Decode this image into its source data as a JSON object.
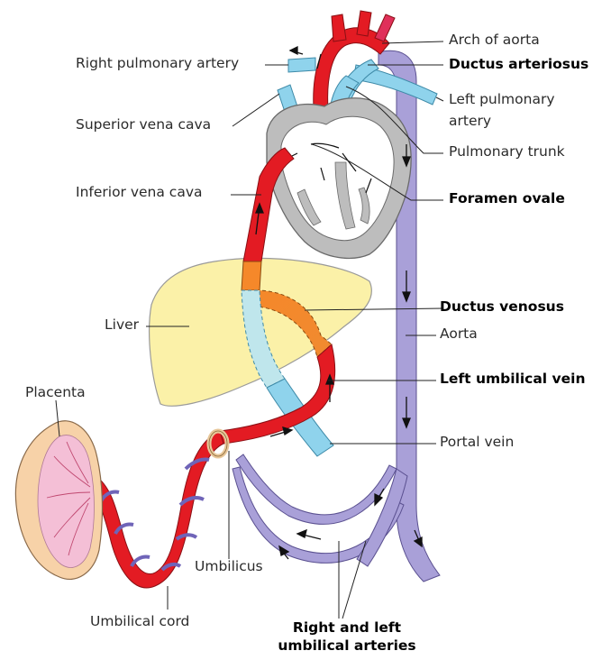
{
  "labels": {
    "arch_of_aorta": "Arch of aorta",
    "ductus_arteriosus": "Ductus arteriosus",
    "right_pulmonary_artery": "Right pulmonary artery",
    "left_pulmonary_artery_line1": "Left pulmonary",
    "left_pulmonary_artery_line2": "artery",
    "superior_vena_cava": "Superior vena cava",
    "pulmonary_trunk": "Pulmonary trunk",
    "inferior_vena_cava": "Inferior vena cava",
    "foramen_ovale": "Foramen ovale",
    "ductus_venosus": "Ductus venosus",
    "liver": "Liver",
    "aorta": "Aorta",
    "placenta": "Placenta",
    "left_umbilical_vein": "Left umbilical vein",
    "portal_vein": "Portal vein",
    "umbilicus": "Umbilicus",
    "umbilical_cord": "Umbilical cord",
    "umbilical_arteries_line1": "Right and left",
    "umbilical_arteries_line2": "umbilical arteries"
  },
  "colors": {
    "oxygenated_red": "#e31b23",
    "deoxygenated_purple": "#a9a0d8",
    "pulmonary_blue": "#8fd3ec",
    "liver_yellow": "#fbf1a8",
    "ductus_venosus_orange": "#f5882a",
    "heart_gray": "#b9b9b9",
    "placenta_peach": "#f7d2a8",
    "placenta_pink": "#f4bfd6",
    "umbilicus_ring": "#e8c79a"
  }
}
